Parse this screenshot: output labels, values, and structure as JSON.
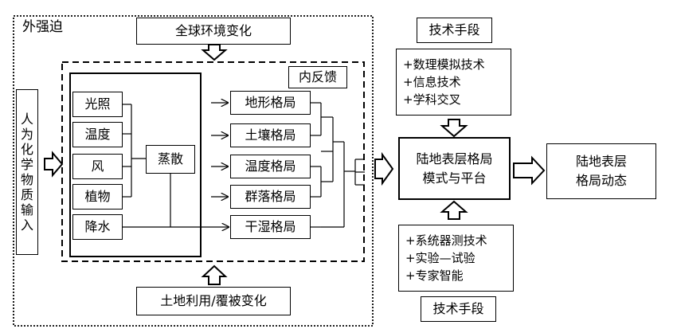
{
  "external_label": "外强迫",
  "global_change": "全球环境变化",
  "internal_label": "内反馈",
  "human_input_chars": [
    "人",
    "为",
    "化",
    "学",
    "物",
    "质",
    "输",
    "入"
  ],
  "factors": [
    "光照",
    "温度",
    "风",
    "植物",
    "降水"
  ],
  "evap": "蒸散",
  "patterns": [
    "地形格局",
    "土壤格局",
    "温度格局",
    "群落格局",
    "干湿格局"
  ],
  "land_use": "土地利用/覆被变化",
  "tech_top_title": "技术手段",
  "tech_top_items": [
    "+数理模拟技术",
    "+信息技术",
    "+学科交叉"
  ],
  "platform": [
    "陆地表层格局",
    "模式与平台"
  ],
  "tech_bottom_items": [
    "+系统器测技术",
    "+实验—试验",
    "+专家智能"
  ],
  "tech_bottom_title": "技术手段",
  "dynamics": [
    "陆地表层",
    "格局动态"
  ]
}
